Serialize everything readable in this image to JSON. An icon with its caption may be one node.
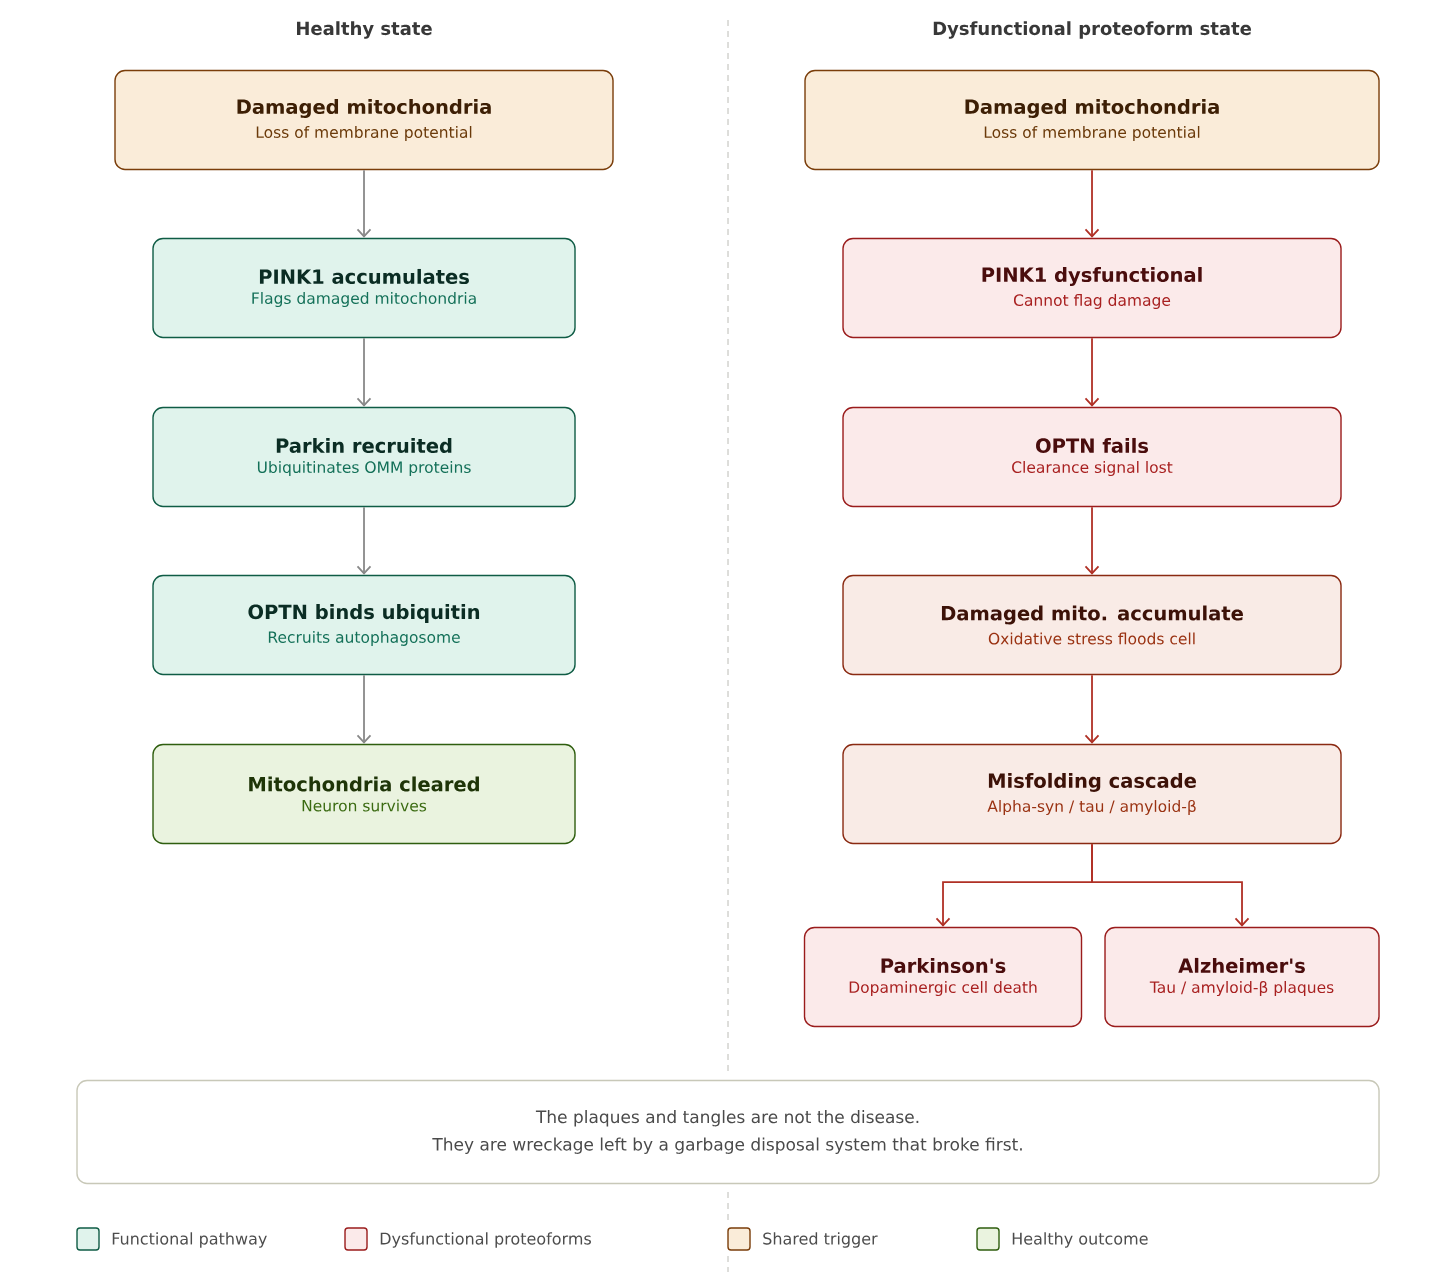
{
  "diagram": {
    "nodes": [
      {
        "text": [
          "Damaged mitochondria",
          "Loss of membrane potential"
        ]
      },
      {
        "text": [
          "PINK1 accumulates",
          "Flags damaged mitochondria"
        ]
      },
      {
        "text": [
          "Parkin recruited",
          "Ubiquitinates OMM proteins"
        ]
      },
      {
        "text": [
          "OPTN binds ubiquitin",
          "Recruits autophagosome"
        ]
      },
      {
        "text": [
          "Mitochondria cleared",
          "Neuron survives"
        ]
      },
      {
        "text": [
          "Damaged mitochondria",
          "Loss of membrane potential"
        ]
      },
      {
        "text": [
          "PINK1 dysfunctional",
          "Cannot flag damage"
        ]
      },
      {
        "text": [
          "OPTN fails",
          "Clearance signal lost"
        ]
      },
      {
        "text": [
          "Damaged mito. accumulate",
          "Oxidative stress floods cell"
        ]
      },
      {
        "text": [
          "Misfolding cascade",
          "Alpha-syn / tau / amyloid-β"
        ]
      },
      {
        "text": [
          "Parkinson's",
          "Dopaminergic cell death"
        ]
      },
      {
        "text": [
          "Alzheimer's",
          "Tau / amyloid-β plaques"
        ]
      },
      {
        "text": [
          "The plaques and tangles are not the disease.",
          "They are wreckage left by a garbage disposal system that broke first."
        ]
      }
    ],
    "edges": [
      {
        "from": 0,
        "to": 1,
        "arrow": "to",
        "color": "#888888"
      },
      {
        "from": 1,
        "to": 2,
        "arrow": "to",
        "color": "#888888"
      },
      {
        "from": 2,
        "to": 3,
        "arrow": "to",
        "color": "#888888"
      },
      {
        "from": 3,
        "to": 4,
        "arrow": "to",
        "color": "#888888"
      },
      {
        "from": 5,
        "to": 6,
        "arrow": "to"
      },
      {
        "from": 6,
        "to": 7,
        "arrow": "to"
      },
      {
        "from": 7,
        "to": 8,
        "arrow": "to"
      },
      {
        "from": 8,
        "to": 9,
        "arrow": "to"
      },
      {
        "from": 9,
        "to": 10,
        "arrow": "to"
      },
      {
        "from": 9,
        "to": 11,
        "arrow": "to"
      }
    ],
    "labels": [
      "Healthy state",
      "Dysfunctional proteoform state"
    ],
    "legend": [
      {
        "text": "Functional pathway",
        "color": "#e0f3ec"
      },
      {
        "text": "Dysfunctional proteoforms",
        "color": "#fbeaea"
      },
      {
        "text": "Shared trigger",
        "color": "#faecd9"
      },
      {
        "text": "Healthy outcome",
        "color": "#eaf3df"
      }
    ]
  }
}
